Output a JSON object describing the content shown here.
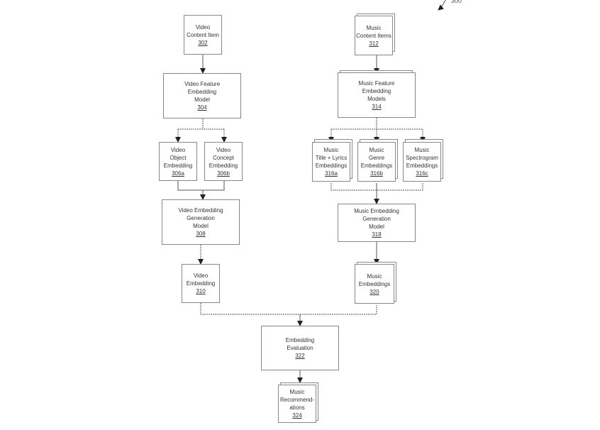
{
  "figure_ref": "300",
  "nodes": {
    "video_content_item": {
      "lines": [
        "Video",
        "Content Item"
      ],
      "ref": "302"
    },
    "music_content_items": {
      "lines": [
        "Music",
        "Content Items"
      ],
      "ref": "312"
    },
    "video_feature_model": {
      "lines": [
        "Video Feature",
        "Embedding",
        "Model"
      ],
      "ref": "304"
    },
    "music_feature_models": {
      "lines": [
        "Music Feature",
        "Embedding",
        "Models"
      ],
      "ref": "314"
    },
    "video_object_embedding": {
      "lines": [
        "Video",
        "Object",
        "Embedding"
      ],
      "ref": "306a"
    },
    "video_concept_embedding": {
      "lines": [
        "Video",
        "Concept",
        "Embedding"
      ],
      "ref": "306b"
    },
    "music_title_lyrics": {
      "lines": [
        "Music",
        "Title + Lyrics",
        "Embeddings"
      ],
      "ref": "316a"
    },
    "music_genre": {
      "lines": [
        "Music",
        "Genre",
        "Embeddings"
      ],
      "ref": "316b"
    },
    "music_spectrogram": {
      "lines": [
        "Music",
        "Spectrogram",
        "Embeddings"
      ],
      "ref": "316c"
    },
    "video_embedding_generation": {
      "lines": [
        "Video Embedding",
        "Generation",
        "Model"
      ],
      "ref": "308"
    },
    "music_embedding_generation": {
      "lines": [
        "Music Embedding",
        "Generation",
        "Model"
      ],
      "ref": "318"
    },
    "video_embedding": {
      "lines": [
        "Video",
        "Embedding"
      ],
      "ref": "310"
    },
    "music_embeddings": {
      "lines": [
        "Music",
        "Embeddings"
      ],
      "ref": "320"
    },
    "embedding_evaluation": {
      "lines": [
        "Embedding",
        "Evaluation"
      ],
      "ref": "322"
    },
    "music_recommendations": {
      "lines": [
        "Music",
        "Recommend-",
        "ations"
      ],
      "ref": "324"
    }
  }
}
